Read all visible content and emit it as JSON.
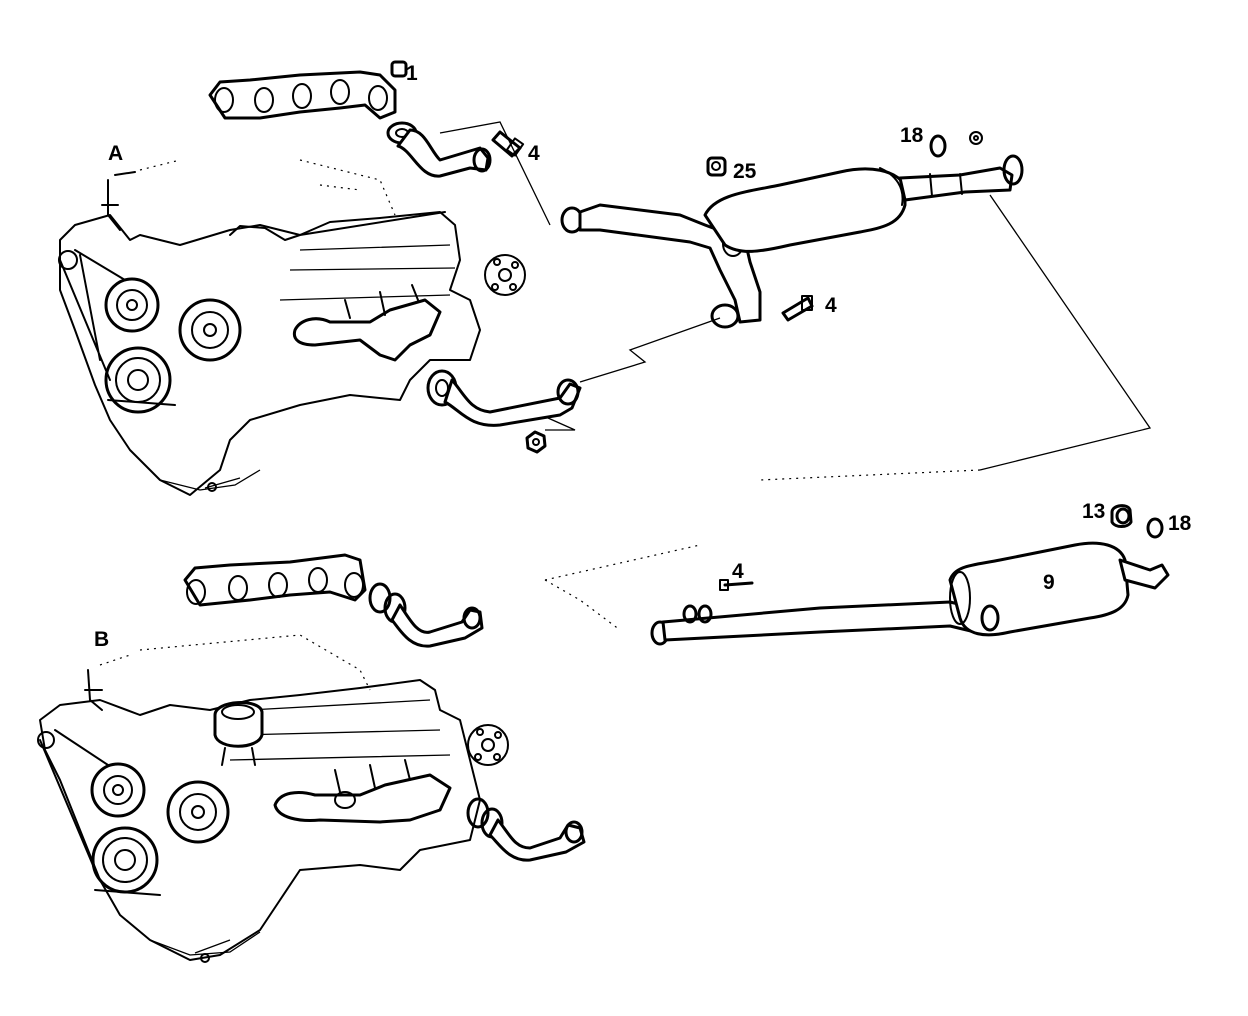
{
  "diagram": {
    "engine_labels": {
      "a": "A",
      "b": "B"
    },
    "part_labels": {
      "p1": "1",
      "p4_top": "4",
      "p25": "25",
      "p18_top": "18",
      "p4_mid": "4",
      "p13": "13",
      "p18_bottom": "18",
      "p4_bottom": "4",
      "p9": "9"
    }
  }
}
